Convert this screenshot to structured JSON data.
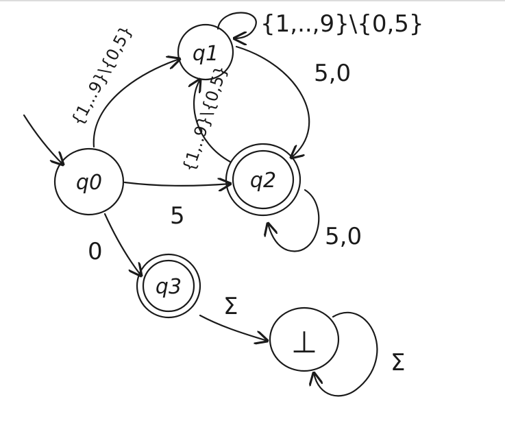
{
  "states": {
    "q0": "q0",
    "q1": "q1",
    "q2": "q2",
    "q3": "q3",
    "sink": "⊥"
  },
  "edges": {
    "q1_self": "{1,..,9}\\{0,5}",
    "q0_q1": "{1,..9}\\{0,5}",
    "q1_q2": "5,0",
    "q2_q1": "{1,..9}\\{0,5}",
    "q0_q2": "5",
    "q2_self": "5,0",
    "q0_q3": "0",
    "q3_sink": "Σ",
    "sink_self": "Σ"
  }
}
